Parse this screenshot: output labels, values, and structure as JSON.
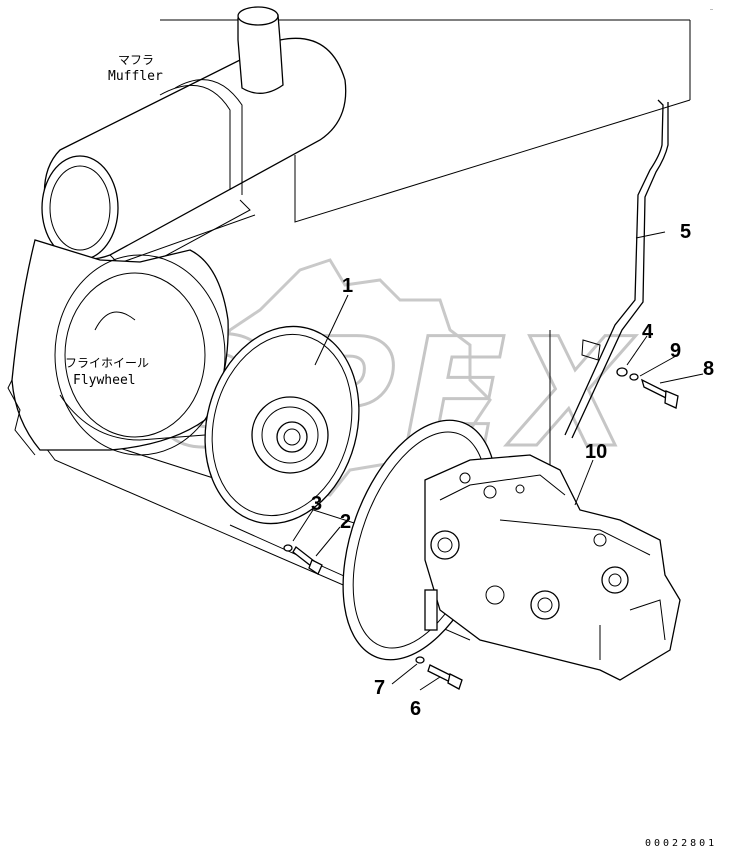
{
  "corner_mark": "…",
  "drawing_code": "00022801",
  "watermark": "OPEX",
  "component_labels": {
    "muffler_jp": "マフラ",
    "muffler_en": "Muffler",
    "flywheel_jp": "フライホイール",
    "flywheel_en": "Flywheel"
  },
  "callouts": [
    "1",
    "2",
    "3",
    "4",
    "5",
    "6",
    "7",
    "8",
    "9",
    "10"
  ]
}
